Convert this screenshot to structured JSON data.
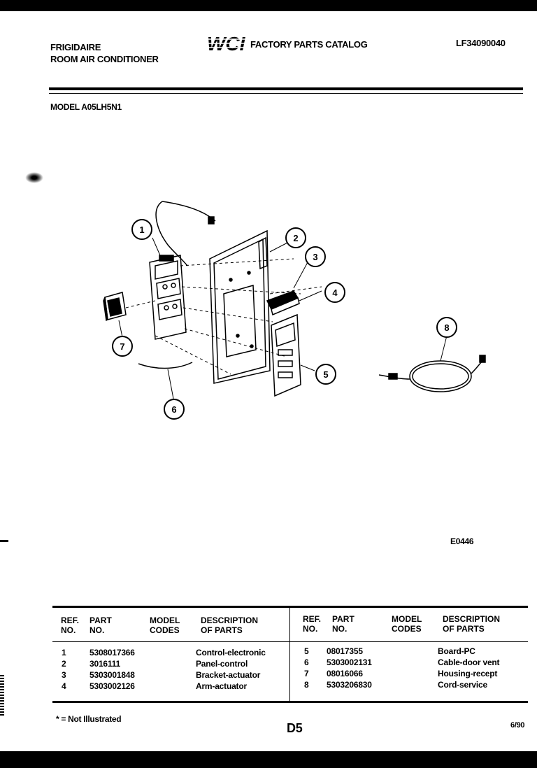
{
  "header": {
    "brand": "FRIGIDAIRE",
    "product": "ROOM AIR CONDITIONER",
    "catalog_title": "FACTORY PARTS CATALOG",
    "catalog_number": "LF34090040",
    "logo_text": "WCI"
  },
  "model": "MODEL A05LH5N1",
  "figure_code": "E0446",
  "diagram_callouts": [
    "1",
    "2",
    "3",
    "4",
    "5",
    "6",
    "7",
    "8"
  ],
  "table": {
    "headers": {
      "ref": [
        "REF.",
        "NO."
      ],
      "part": [
        "PART",
        "NO."
      ],
      "model": [
        "MODEL",
        "CODES"
      ],
      "desc": [
        "DESCRIPTION",
        "OF PARTS"
      ]
    },
    "left_rows": [
      {
        "ref": "1",
        "part": "5308017366",
        "desc": "Control-electronic"
      },
      {
        "ref": "2",
        "part": "3016111",
        "desc": "Panel-control"
      },
      {
        "ref": "3",
        "part": "5303001848",
        "desc": "Bracket-actuator"
      },
      {
        "ref": "4",
        "part": "5303002126",
        "desc": "Arm-actuator"
      }
    ],
    "right_rows": [
      {
        "ref": "5",
        "part": "08017355",
        "desc": "Board-PC"
      },
      {
        "ref": "6",
        "part": "5303002131",
        "desc": "Cable-door vent"
      },
      {
        "ref": "7",
        "part": "08016066",
        "desc": "Housing-recept"
      },
      {
        "ref": "8",
        "part": "5303206830",
        "desc": "Cord-service"
      }
    ]
  },
  "footer": {
    "note": "* = Not Illustrated",
    "page": "D5",
    "date": "6/90"
  }
}
